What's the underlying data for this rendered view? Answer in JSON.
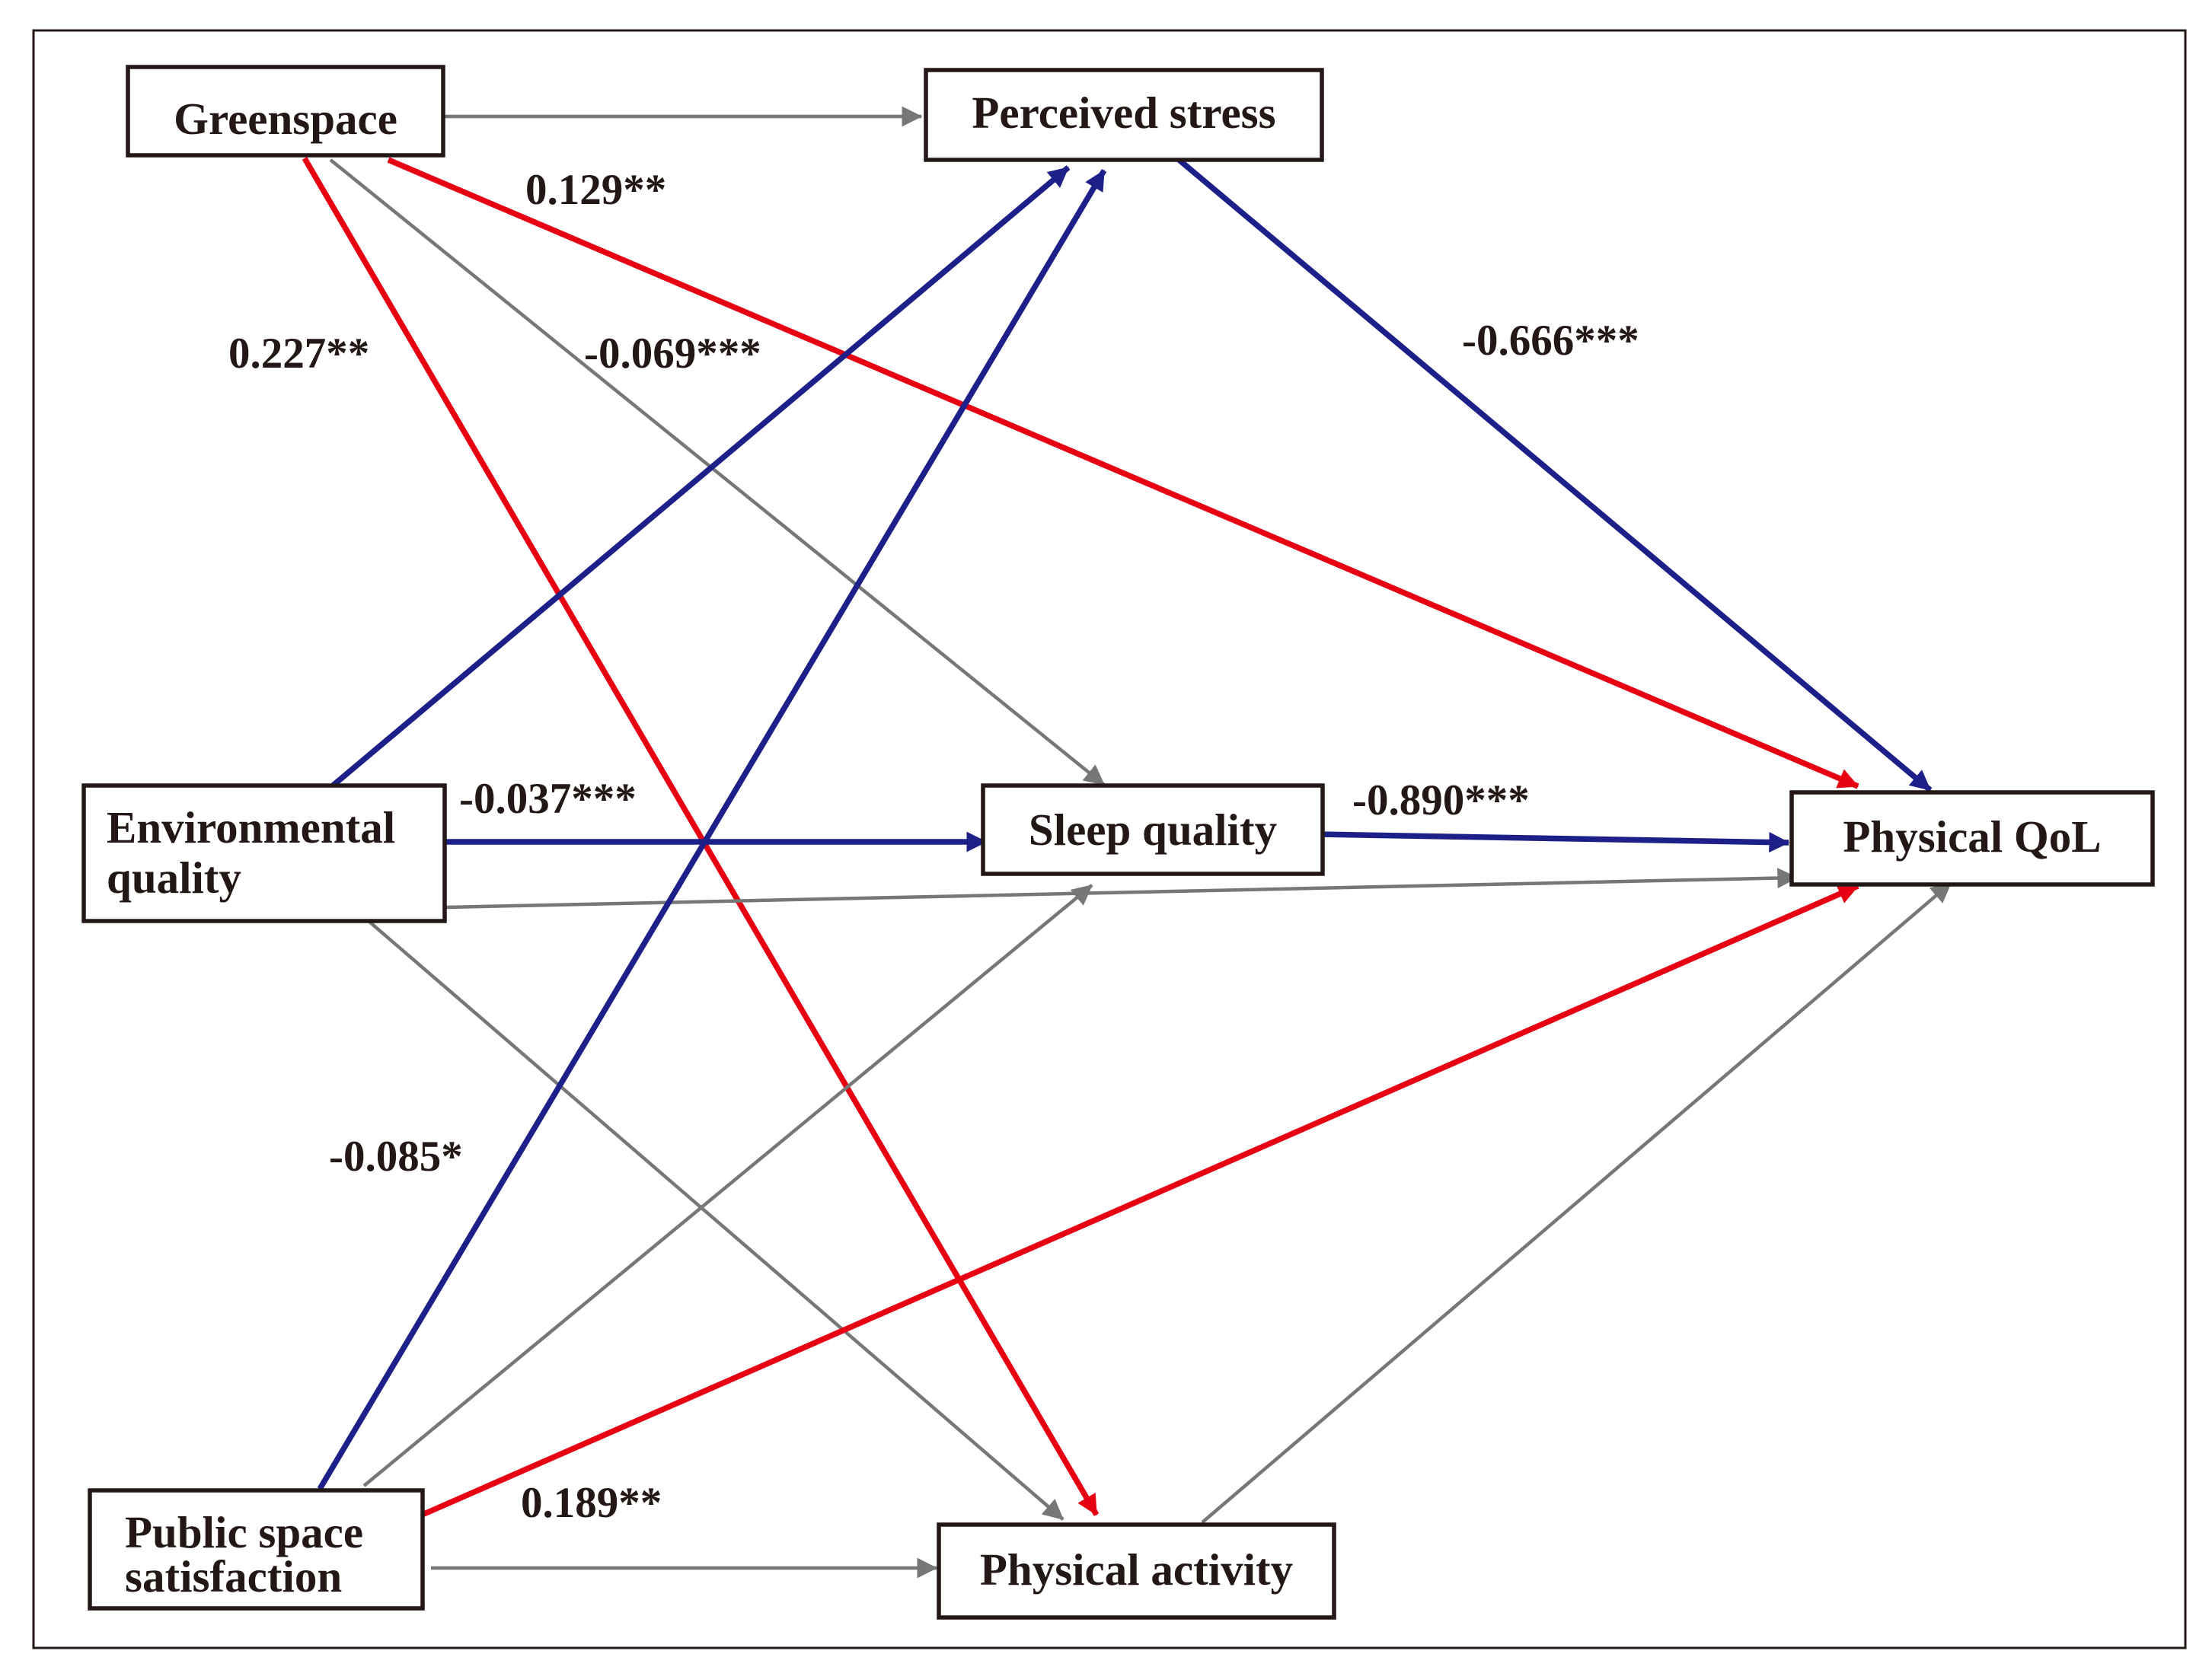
{
  "colors": {
    "significant_positive": "#e60012",
    "significant_negative": "#1d2088",
    "non_significant": "#777777",
    "border": "#231815"
  },
  "nodes": {
    "greenspace": {
      "lines": [
        "Greenspace"
      ]
    },
    "perceived_stress": {
      "lines": [
        "Perceived stress"
      ]
    },
    "environmental_quality": {
      "lines": [
        "Environmental",
        "quality"
      ]
    },
    "sleep_quality": {
      "lines": [
        "Sleep quality"
      ]
    },
    "physical_qol": {
      "lines": [
        "Physical QoL"
      ]
    },
    "public_space_satisfaction": {
      "lines": [
        "Public space",
        "satisfaction"
      ]
    },
    "physical_activity": {
      "lines": [
        "Physical activity"
      ]
    }
  },
  "paths": [
    {
      "from": "greenspace",
      "to": "perceived_stress",
      "coefficient": "",
      "significance": "none"
    },
    {
      "from": "greenspace",
      "to": "physical_qol",
      "coefficient": "0.129**",
      "significance": "positive"
    },
    {
      "from": "greenspace",
      "to": "physical_activity",
      "coefficient": "0.227**",
      "significance": "positive"
    },
    {
      "from": "greenspace",
      "to": "sleep_quality",
      "coefficient": "",
      "significance": "none"
    },
    {
      "from": "environmental_quality",
      "to": "perceived_stress",
      "coefficient": "-0.069***",
      "significance": "negative"
    },
    {
      "from": "environmental_quality",
      "to": "sleep_quality",
      "coefficient": "-0.037***",
      "significance": "negative"
    },
    {
      "from": "environmental_quality",
      "to": "physical_qol",
      "coefficient": "",
      "significance": "none"
    },
    {
      "from": "environmental_quality",
      "to": "physical_activity",
      "coefficient": "",
      "significance": "none"
    },
    {
      "from": "public_space_satisfaction",
      "to": "perceived_stress",
      "coefficient": "-0.085*",
      "significance": "negative"
    },
    {
      "from": "public_space_satisfaction",
      "to": "sleep_quality",
      "coefficient": "",
      "significance": "none"
    },
    {
      "from": "public_space_satisfaction",
      "to": "physical_qol",
      "coefficient": "0.189**",
      "significance": "positive"
    },
    {
      "from": "public_space_satisfaction",
      "to": "physical_activity",
      "coefficient": "",
      "significance": "none"
    },
    {
      "from": "perceived_stress",
      "to": "physical_qol",
      "coefficient": "-0.666***",
      "significance": "negative"
    },
    {
      "from": "sleep_quality",
      "to": "physical_qol",
      "coefficient": "-0.890***",
      "significance": "negative"
    },
    {
      "from": "physical_activity",
      "to": "physical_qol",
      "coefficient": "",
      "significance": "none"
    }
  ]
}
